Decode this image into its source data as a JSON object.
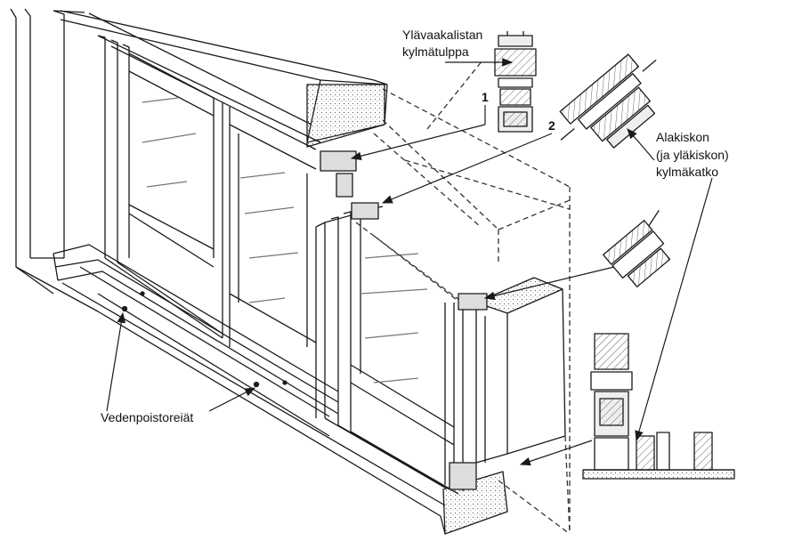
{
  "labels": {
    "top_cap_line1": "Ylävaakalistan",
    "top_cap_line2": "kylmätulppa",
    "detail_1": "1",
    "detail_2": "2",
    "thermal_break_line1": "Alakiskon",
    "thermal_break_line2": "(ja yläkiskon)",
    "thermal_break_line3": "kylmäkatko",
    "drain_holes": "Vedenpoistoreiät"
  },
  "colors": {
    "ink": "#1a1a1a",
    "hatch": "#555555",
    "background": "#ffffff"
  }
}
